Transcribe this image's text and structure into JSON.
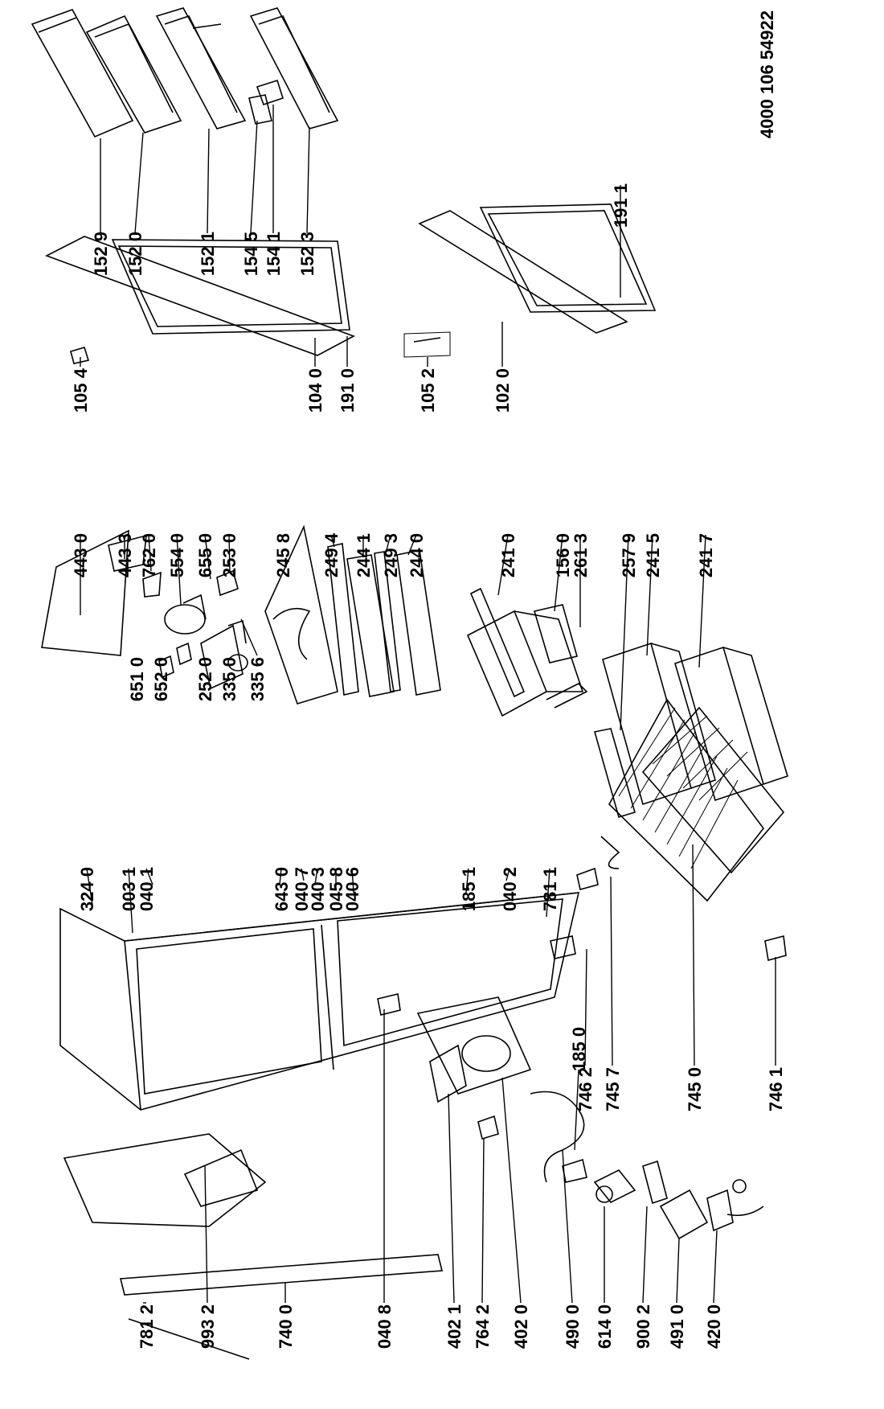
{
  "document_number": "4000 106 54922",
  "labels": [
    {
      "id": "l1529",
      "text": "152 9"
    },
    {
      "id": "l1520",
      "text": "152 0"
    },
    {
      "id": "l1521",
      "text": "152 1"
    },
    {
      "id": "l1545",
      "text": "154 5"
    },
    {
      "id": "l1541",
      "text": "154 1"
    },
    {
      "id": "l1523",
      "text": "152 3"
    },
    {
      "id": "l1911",
      "text": "191 1"
    },
    {
      "id": "l1054",
      "text": "105 4"
    },
    {
      "id": "l1040",
      "text": "104 0"
    },
    {
      "id": "l1910",
      "text": "191 0"
    },
    {
      "id": "l1052",
      "text": "105 2"
    },
    {
      "id": "l1020",
      "text": "102 0"
    },
    {
      "id": "l4430",
      "text": "443 0"
    },
    {
      "id": "l4433",
      "text": "443 3"
    },
    {
      "id": "l7620",
      "text": "762 0"
    },
    {
      "id": "l5540",
      "text": "554 0"
    },
    {
      "id": "l6550",
      "text": "655 0"
    },
    {
      "id": "l2530",
      "text": "253 0"
    },
    {
      "id": "l2458",
      "text": "245 8"
    },
    {
      "id": "l2494",
      "text": "249 4"
    },
    {
      "id": "l2441",
      "text": "244 1"
    },
    {
      "id": "l2493",
      "text": "249 3"
    },
    {
      "id": "l2440",
      "text": "244 0"
    },
    {
      "id": "l2410",
      "text": "241 0"
    },
    {
      "id": "l1560",
      "text": "156 0"
    },
    {
      "id": "l2613",
      "text": "261 3"
    },
    {
      "id": "l2579",
      "text": "257 9"
    },
    {
      "id": "l2415",
      "text": "241 5"
    },
    {
      "id": "l2417",
      "text": "241 7"
    },
    {
      "id": "l6510",
      "text": "651 0"
    },
    {
      "id": "l6520",
      "text": "652 0"
    },
    {
      "id": "l2520",
      "text": "252 0"
    },
    {
      "id": "l3350",
      "text": "335 0"
    },
    {
      "id": "l3356",
      "text": "335 6"
    },
    {
      "id": "l3240",
      "text": "324 0"
    },
    {
      "id": "l0031",
      "text": "003 1"
    },
    {
      "id": "l0401",
      "text": "040 1"
    },
    {
      "id": "l6430",
      "text": "643 0"
    },
    {
      "id": "l0407",
      "text": "040 7"
    },
    {
      "id": "l0403",
      "text": "040 3"
    },
    {
      "id": "l0458",
      "text": "045 8"
    },
    {
      "id": "l0406",
      "text": "040 6"
    },
    {
      "id": "l1851",
      "text": "185 1"
    },
    {
      "id": "l0402",
      "text": "040 2"
    },
    {
      "id": "l7811",
      "text": "781 1"
    },
    {
      "id": "l1850",
      "text": "185 0"
    },
    {
      "id": "l7462",
      "text": "746 2"
    },
    {
      "id": "l7457",
      "text": "745 7"
    },
    {
      "id": "l7450",
      "text": "745 0"
    },
    {
      "id": "l7461",
      "text": "746 1"
    },
    {
      "id": "l7812",
      "text": "781 2"
    },
    {
      "id": "l9932",
      "text": "993 2"
    },
    {
      "id": "l7400",
      "text": "740 0"
    },
    {
      "id": "l0408",
      "text": "040 8"
    },
    {
      "id": "l4021",
      "text": "402 1"
    },
    {
      "id": "l7642",
      "text": "764 2"
    },
    {
      "id": "l4020",
      "text": "402 0"
    },
    {
      "id": "l4900",
      "text": "490 0"
    },
    {
      "id": "l6140",
      "text": "614 0"
    },
    {
      "id": "l9002",
      "text": "900 2"
    },
    {
      "id": "l4910",
      "text": "491 0"
    },
    {
      "id": "l4200",
      "text": "420 0"
    }
  ]
}
